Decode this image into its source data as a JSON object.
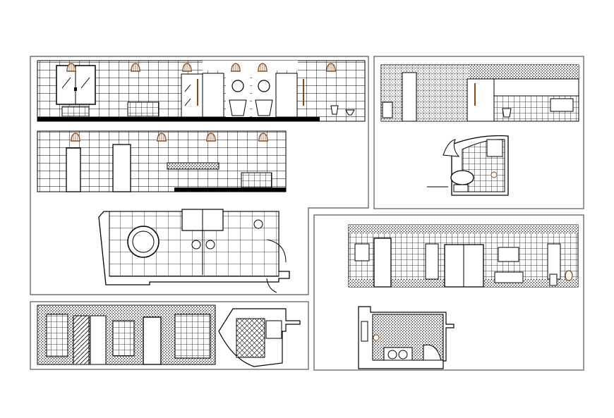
{
  "drawing": {
    "colors": {
      "background": "#ffffff",
      "line": "#000000",
      "frame": "#555555",
      "fixture_accent": "#8b4a1c",
      "hatch": "#444444"
    },
    "sheets": [
      {
        "id": "bathroom-elevations-and-plan",
        "icons": [
          "pendant-lamp-icon",
          "window-icon",
          "radiator-icon",
          "shower-icon",
          "sink-icon",
          "toilet-icon",
          "door-icon",
          "jacuzzi-icon"
        ]
      },
      {
        "id": "curved-bathroom-elevation-and-plan",
        "icons": [
          "door-icon",
          "shower-icon",
          "sink-icon",
          "toilet-icon",
          "bathtub-icon"
        ]
      },
      {
        "id": "rectangular-bathroom-elevation-and-plan",
        "icons": [
          "door-icon",
          "mirror-icon",
          "shower-icon",
          "double-sink-icon",
          "toilet-icon"
        ]
      },
      {
        "id": "mosaic-bathroom-elevation-and-plan",
        "icons": [
          "door-icon",
          "shelf-icon"
        ]
      }
    ]
  }
}
